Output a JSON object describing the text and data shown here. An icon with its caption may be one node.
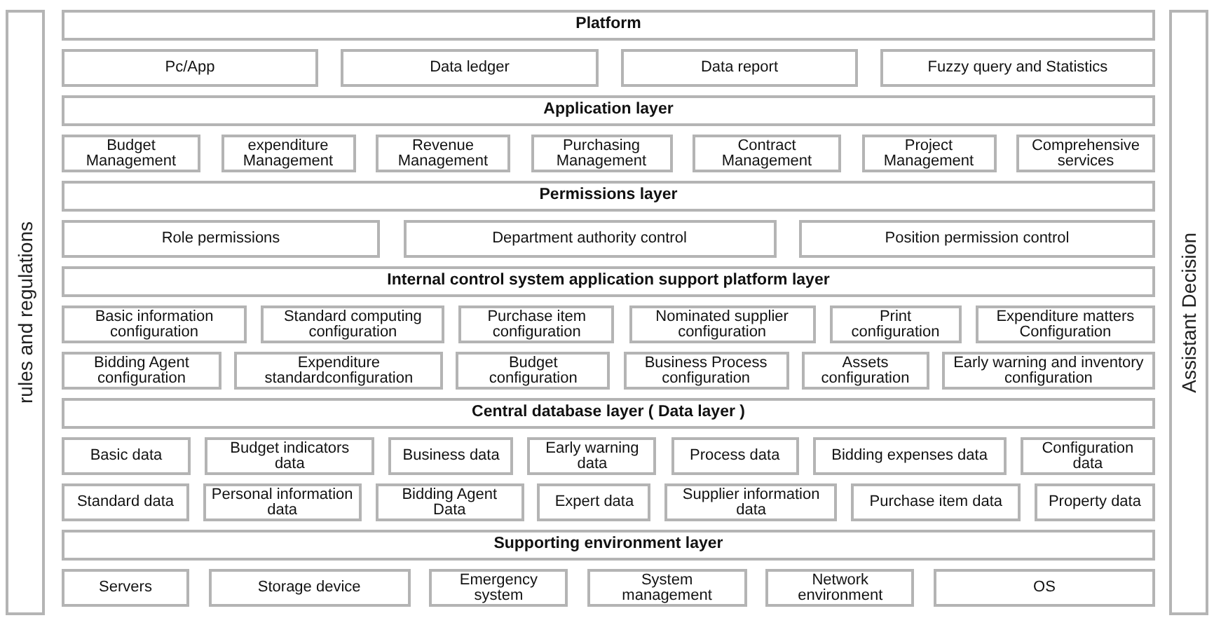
{
  "diagram": {
    "nodes": [
      {
        "text": [
          "rules and regulations"
        ]
      },
      {
        "text": [
          "Platform"
        ]
      },
      {
        "text": [
          "Pc/App"
        ]
      },
      {
        "text": [
          "Data ledger"
        ]
      },
      {
        "text": [
          "Data report"
        ]
      },
      {
        "text": [
          "Fuzzy query and Statistics"
        ]
      },
      {
        "text": [
          "Application layer"
        ]
      },
      {
        "text": [
          "Budget Management"
        ]
      },
      {
        "text": [
          "expenditure Management"
        ]
      },
      {
        "text": [
          "Revenue Management"
        ]
      },
      {
        "text": [
          "Purchasing Management"
        ]
      },
      {
        "text": [
          "Contract Management"
        ]
      },
      {
        "text": [
          "Project Management"
        ]
      },
      {
        "text": [
          "Comprehensive services"
        ]
      },
      {
        "text": [
          "Permissions layer"
        ]
      },
      {
        "text": [
          "Role permissions"
        ]
      },
      {
        "text": [
          "Department authority control"
        ]
      },
      {
        "text": [
          "Position permission control"
        ]
      },
      {
        "text": [
          "Internal control system application support platform layer"
        ]
      },
      {
        "text": [
          "Basic information configuration"
        ]
      },
      {
        "text": [
          "Standard computing configuration"
        ]
      },
      {
        "text": [
          "Purchase item configuration"
        ]
      },
      {
        "text": [
          "Nominated supplier configuration"
        ]
      },
      {
        "text": [
          "Print configuration"
        ]
      },
      {
        "text": [
          "Expenditure matters Configuration"
        ]
      },
      {
        "text": [
          "Bidding Agent configuration"
        ]
      },
      {
        "text": [
          "Expenditure standardconfiguration"
        ]
      },
      {
        "text": [
          "Budget configuration"
        ]
      },
      {
        "text": [
          "Business Process configuration"
        ]
      },
      {
        "text": [
          "Assets configuration"
        ]
      },
      {
        "text": [
          "Early warning and inventory configuration"
        ]
      },
      {
        "text": [
          "Central database layer ( Data layer )"
        ]
      },
      {
        "text": [
          "Basic data"
        ]
      },
      {
        "text": [
          "Budget indicators data"
        ]
      },
      {
        "text": [
          "Business data"
        ]
      },
      {
        "text": [
          "Early warning data"
        ]
      },
      {
        "text": [
          "Process data"
        ]
      },
      {
        "text": [
          "Bidding expenses data"
        ]
      },
      {
        "text": [
          "Configuration data"
        ]
      },
      {
        "text": [
          "Standard data"
        ]
      },
      {
        "text": [
          "Personal information data"
        ]
      },
      {
        "text": [
          "Bidding Agent Data"
        ]
      },
      {
        "text": [
          "Expert data"
        ]
      },
      {
        "text": [
          "Supplier information data"
        ]
      },
      {
        "text": [
          "Purchase item data"
        ]
      },
      {
        "text": [
          "Property data"
        ]
      },
      {
        "text": [
          "Supporting environment layer"
        ]
      },
      {
        "text": [
          "Servers"
        ]
      },
      {
        "text": [
          "Storage device"
        ]
      },
      {
        "text": [
          "Emergency system"
        ]
      },
      {
        "text": [
          "System management"
        ]
      },
      {
        "text": [
          "Network environment"
        ]
      },
      {
        "text": [
          "OS"
        ]
      },
      {
        "text": [
          "Assistant Decision"
        ]
      }
    ]
  }
}
